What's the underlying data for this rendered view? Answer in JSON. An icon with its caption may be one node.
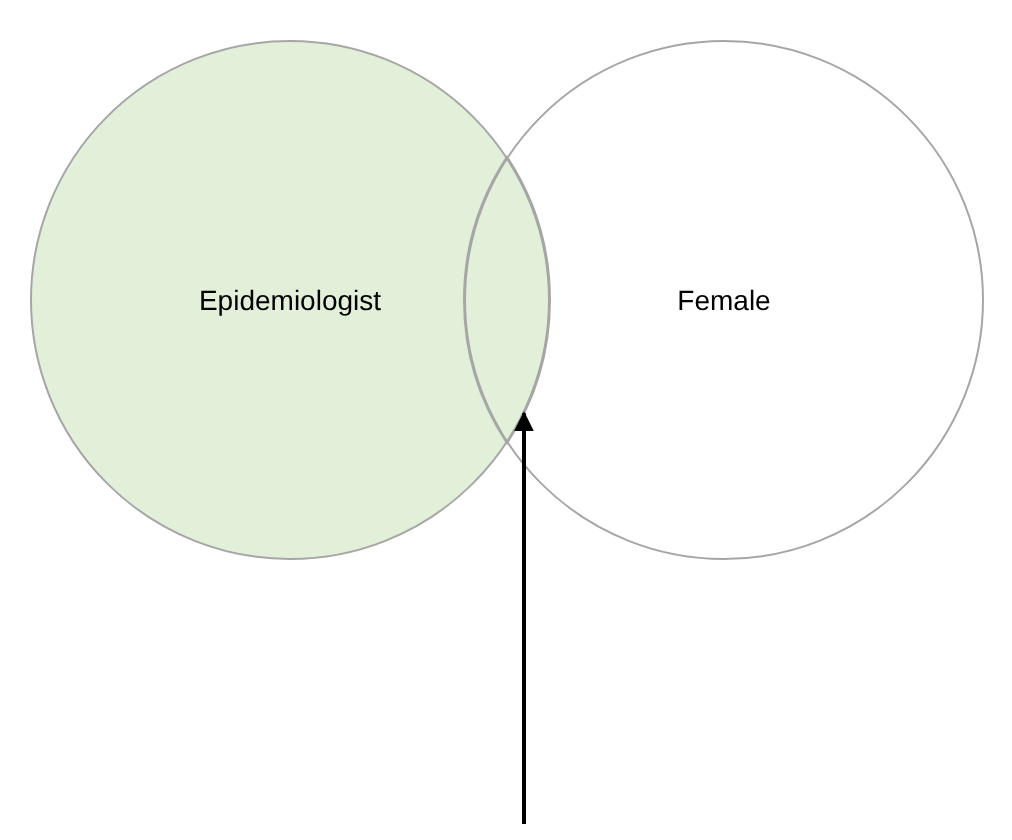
{
  "diagram": {
    "nodes": [
      {
        "text": [
          "Epidemiologist"
        ]
      },
      {
        "text": [
          "Female"
        ]
      },
      {
        "text": [],
        "shape": "lens"
      }
    ],
    "edges": [
      {
        "from": null,
        "to": 2,
        "arrow": "to"
      }
    ]
  }
}
